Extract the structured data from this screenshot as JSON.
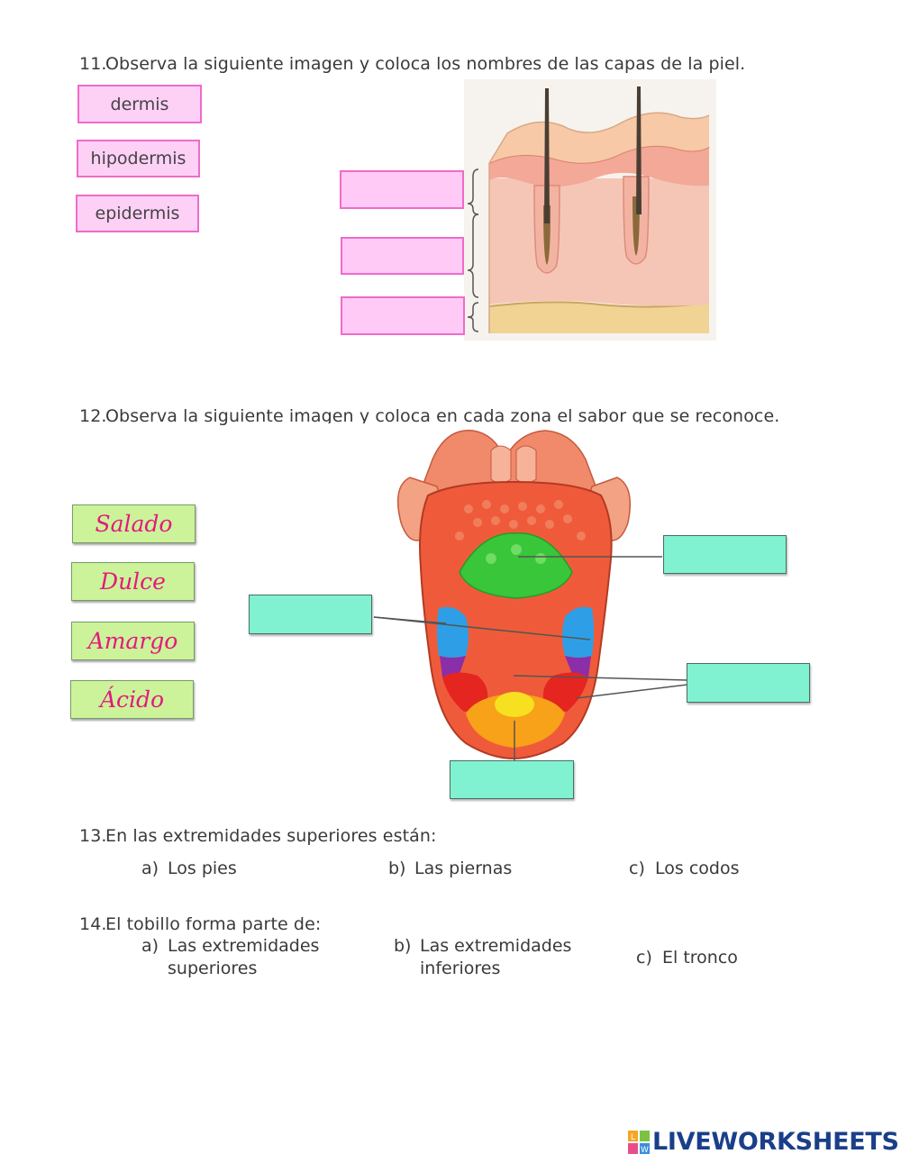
{
  "q11": {
    "number": "11.",
    "text": "Observa la siguiente imagen y coloca los nombres de las capas de la piel.",
    "options": [
      "dermis",
      "hipodermis",
      "epidermis"
    ]
  },
  "q12": {
    "number": "12.",
    "text": "Observa la siguiente imagen y coloca en cada zona el sabor que se reconoce.",
    "options": [
      "Salado",
      "Dulce",
      "Amargo",
      "Ácido"
    ]
  },
  "q13": {
    "number": "13.",
    "text": "En las extremidades superiores están:",
    "options": [
      {
        "letter": "a)",
        "text": "Los pies"
      },
      {
        "letter": "b)",
        "text": "Las piernas"
      },
      {
        "letter": "c)",
        "text": "Los codos"
      }
    ]
  },
  "q14": {
    "number": "14.",
    "text": "El tobillo forma parte de:",
    "options": [
      {
        "letter": "a)",
        "line1": "Las extremidades",
        "line2": "superiores"
      },
      {
        "letter": "b)",
        "line1": "Las extremidades",
        "line2": "inferiores"
      },
      {
        "letter": "c)",
        "line1": "El tronco"
      }
    ]
  },
  "logo": {
    "text": "LIVEWORKSHEETS",
    "badge": [
      "L",
      "W"
    ]
  },
  "colors": {
    "pink_fill": "#fdd0f6",
    "pink_border": "#f06bc9",
    "green_card": "#ccf399",
    "green_text": "#e4187f",
    "teal_drop": "#80f2d1",
    "logo_blue": "#1a3f8a"
  }
}
